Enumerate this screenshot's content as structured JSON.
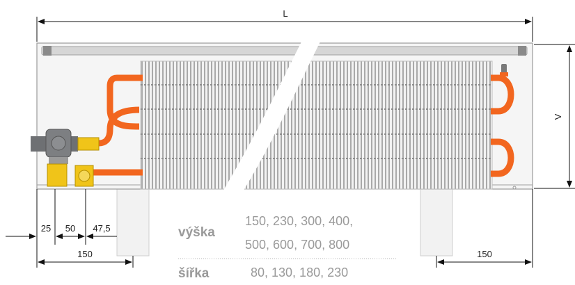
{
  "dimensions": {
    "length_label": "L",
    "height_label": "V",
    "left_offsets": [
      "25",
      "50",
      "47,5"
    ],
    "left_support": "150",
    "right_support": "150"
  },
  "specs": {
    "height_label": "výška",
    "height_values_line1": "150, 230, 300, 400,",
    "height_values_line2": "500, 600, 700, 800",
    "width_label": "šířka",
    "width_values": "80, 130, 180, 230"
  },
  "colors": {
    "pipe": "#f2661f",
    "valve": "#6e7073",
    "valve_body": "#f0c419",
    "fins": "#a9a9a9",
    "frame": "#c8c8c8"
  }
}
